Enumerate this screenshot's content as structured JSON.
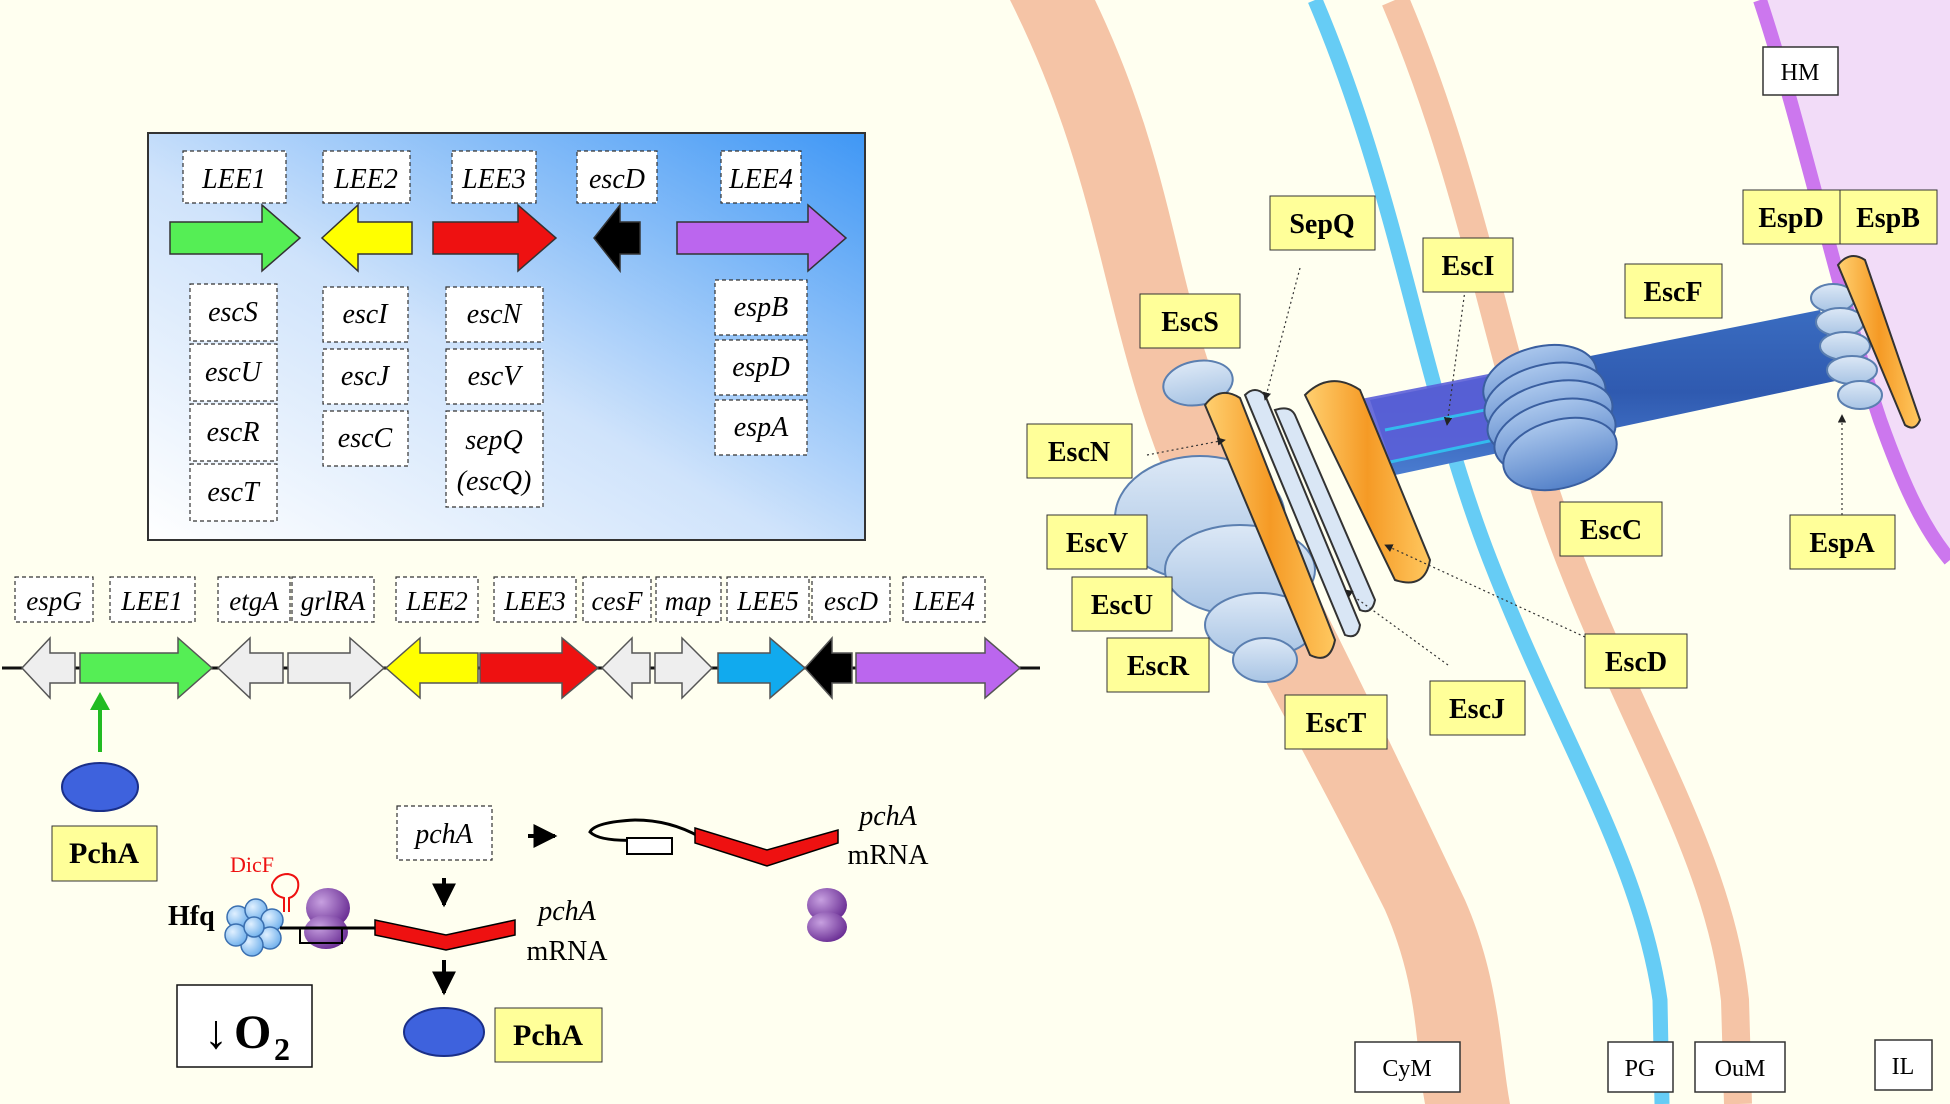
{
  "operon_box": {
    "operons": [
      {
        "label": "LEE1",
        "arrow_color": "#55ee55",
        "genes": [
          "escS",
          "escU",
          "escR",
          "escT"
        ]
      },
      {
        "label": "LEE2",
        "arrow_color": "#ffff00",
        "genes": [
          "escI",
          "escJ",
          "escC"
        ]
      },
      {
        "label": "LEE3",
        "arrow_color": "#ee1111",
        "genes": [
          "escN",
          "escV",
          "sepQ",
          "(escQ)"
        ]
      },
      {
        "label": "escD",
        "arrow_color": "#000000",
        "genes": []
      },
      {
        "label": "LEE4",
        "arrow_color": "#bb66ee",
        "genes": [
          "espB",
          "espD",
          "espA"
        ]
      }
    ]
  },
  "gene_map": {
    "genes": [
      "espG",
      "LEE1",
      "etgA",
      "grlRA",
      "LEE2",
      "LEE3",
      "cesF",
      "map",
      "LEE5",
      "escD",
      "LEE4"
    ],
    "colors": {
      "grey": "#eeeeee",
      "green": "#55ee55",
      "yellow": "#ffff00",
      "red": "#ee1111",
      "blue": "#11aaee",
      "black": "#000000",
      "purple": "#bb66ee"
    }
  },
  "regulation": {
    "pcha_label": "PchA",
    "pcha_gene": "pchA",
    "mrna_italic": "pchA",
    "mrna_word": "mRNA",
    "hfq": "Hfq",
    "dicf": "DicF",
    "oxygen_arrow": "↓",
    "oxygen_symbol": "O",
    "oxygen_sub": "2"
  },
  "t3ss": {
    "proteins": {
      "sepq": "SepQ",
      "esci": "EscI",
      "escs": "EscS",
      "escf": "EscF",
      "espd": "EspD",
      "espb": "EspB",
      "escn": "EscN",
      "escv": "EscV",
      "escu": "EscU",
      "escr": "EscR",
      "esct": "EscT",
      "escj": "EscJ",
      "escd": "EscD",
      "escc": "EscC",
      "espa": "EspA"
    },
    "membranes": {
      "hm": "HM",
      "cym": "CyM",
      "pg": "PG",
      "oum": "OuM",
      "il": "IL"
    },
    "colors": {
      "label_fill": "#ffff99",
      "inner_membrane": "#f5c4a6",
      "peptidoglycan": "#66ccf5",
      "host_membrane": "#cc77ee",
      "needle": "#3366bb",
      "ring_orange": "#f5a033"
    }
  }
}
